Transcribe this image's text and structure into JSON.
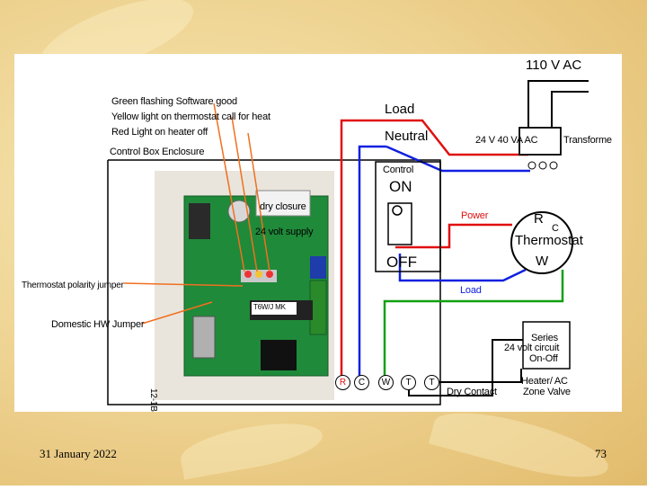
{
  "labels": {
    "ac110": "110 V AC",
    "green": "Green flashing   Software good",
    "yellow": "Yellow light on  thermostat call for heat",
    "red": "Red Light on  heater off",
    "enclosure": "Control Box Enclosure",
    "load_top": "Load",
    "neutral": "Neutral",
    "transformer_rating": "24 V 40 VA AC",
    "transformer": "Transforme",
    "control": "Control",
    "on": "ON",
    "off": "OFF",
    "power": "Power",
    "r": "R",
    "c": "C",
    "thermostat": "Thermostat",
    "w": "W",
    "dry_closure": "dry closure",
    "supply24": "24 volt supply",
    "load_bottom": "Load",
    "polarity": "Thermostat polarity jumper",
    "hw_jumper": "Domestic HW Jumper",
    "series": "Series",
    "circuit": "24 volt circuit",
    "onoff": "On-Off",
    "dry_contact": "Dry Contact",
    "heater": "Heater/ AC",
    "zone_valve": "Zone Valve",
    "terminal_r": "R",
    "terminal_c": "C",
    "terminal_w": "W",
    "terminal_t1": "T",
    "terminal_t2": "T",
    "board_note": "12-1B",
    "chip_note": "T6W/J  MK"
  },
  "footer": {
    "date": "31 January 2022",
    "page": "73"
  },
  "colors": {
    "red_wire": "#e01010",
    "blue_wire": "#1020e0",
    "green_wire": "#10a010",
    "orange_wire": "#f07020",
    "black_wire": "#000000",
    "board_green": "#1f8a3a"
  }
}
